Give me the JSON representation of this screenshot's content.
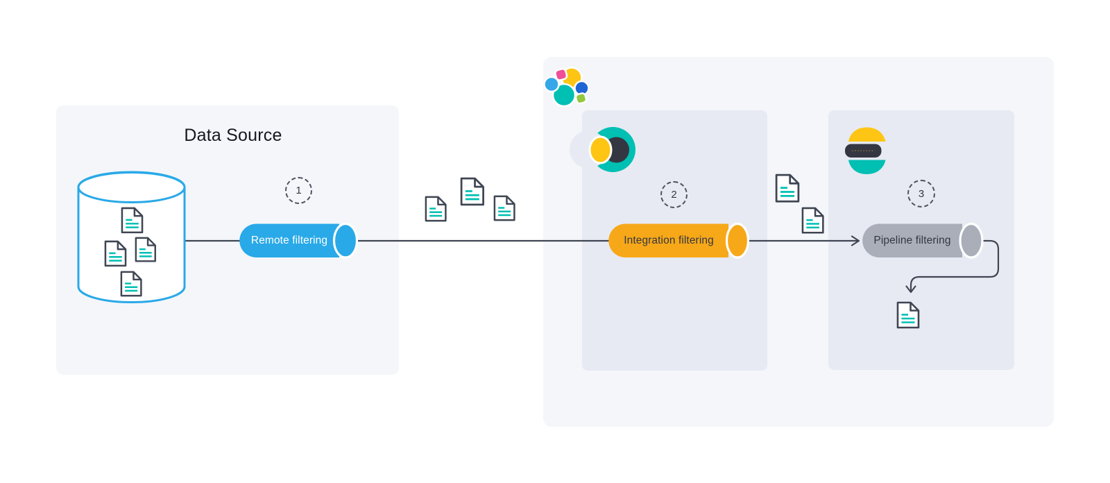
{
  "title": "Data Source",
  "steps": [
    {
      "number": "1",
      "label": "Remote filtering"
    },
    {
      "number": "2",
      "label": "Integration filtering"
    },
    {
      "number": "3",
      "label": "Pipeline filtering"
    }
  ],
  "colors": {
    "canvas": "#FFFFFF",
    "panel": "#F4F6FA",
    "inner_panel": "#E7EAF2",
    "blue": "#29A9E8",
    "orange": "#F7A819",
    "gray": "#A9AEB9",
    "teal": "#00BFB3",
    "yellow": "#FEC514",
    "pink": "#F04E98",
    "light_blue": "#35A7E8",
    "medium_blue": "#1E66D6",
    "green": "#91C83E",
    "ink": "#3F4552",
    "dark": "#343741"
  },
  "icons": {
    "elastic_stack_logo": "elastic-stack-logo",
    "connector": "connector-icon",
    "elasticsearch": "elasticsearch-logo",
    "database": "database-icon",
    "document": "document-icon"
  }
}
